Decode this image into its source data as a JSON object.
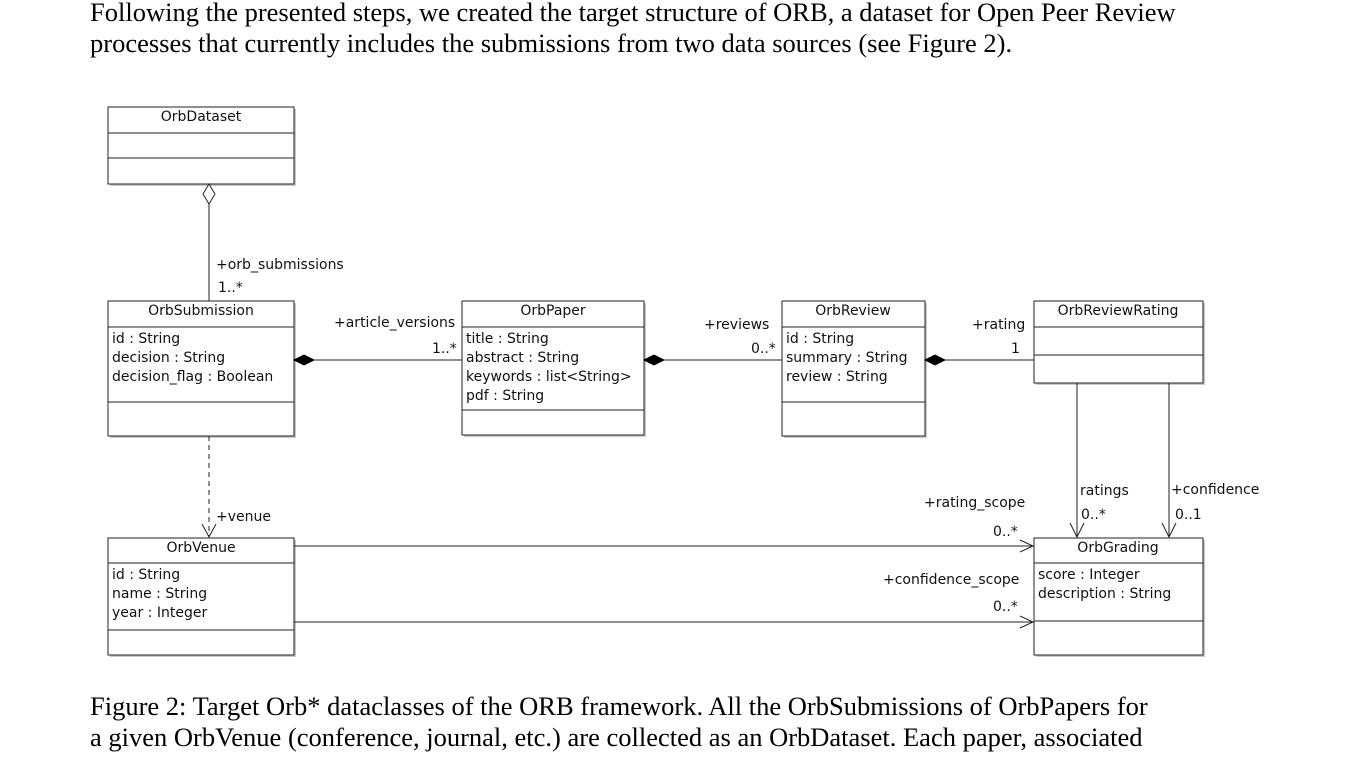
{
  "intro": {
    "line1": "Following the presented steps, we created the target structure of ORB, a dataset for Open Peer Review",
    "line2": "processes that currently includes the submissions from two data sources (see Figure 2)."
  },
  "classes": {
    "dataset": {
      "name": "OrbDataset",
      "attrs": []
    },
    "submission": {
      "name": "OrbSubmission",
      "attrs": [
        "id : String",
        "decision : String",
        "decision_flag : Boolean"
      ]
    },
    "paper": {
      "name": "OrbPaper",
      "attrs": [
        "title : String",
        "abstract : String",
        "keywords : list<String>",
        "pdf : String"
      ]
    },
    "review": {
      "name": "OrbReview",
      "attrs": [
        "id : String",
        "summary : String",
        "review : String"
      ]
    },
    "rating": {
      "name": "OrbReviewRating",
      "attrs": []
    },
    "venue": {
      "name": "OrbVenue",
      "attrs": [
        "id : String",
        "name : String",
        "year : Integer"
      ]
    },
    "grading": {
      "name": "OrbGrading",
      "attrs": [
        "score : Integer",
        "description : String"
      ]
    }
  },
  "associations": {
    "orb_submissions": {
      "role": "+orb_submissions",
      "mult": "1..*"
    },
    "article_versions": {
      "role": "+article_versions",
      "mult": "1..*"
    },
    "reviews": {
      "role": "+reviews",
      "mult": "0..*"
    },
    "rating": {
      "role": "+rating",
      "mult": "1"
    },
    "venue": {
      "role": "+venue"
    },
    "ratings": {
      "role": "ratings",
      "mult": "0..*"
    },
    "confidence": {
      "role": "+confidence",
      "mult": "0..1"
    },
    "rating_scope": {
      "role": "+rating_scope",
      "mult": "0..*"
    },
    "confidence_scope": {
      "role": "+confidence_scope",
      "mult": "0..*"
    }
  },
  "caption": {
    "line1": "Figure 2: Target Orb* dataclasses of the ORB framework. All the OrbSubmissions of OrbPapers for",
    "line2": "a given OrbVenue (conference, journal, etc.) are collected as an OrbDataset. Each paper, associated"
  }
}
